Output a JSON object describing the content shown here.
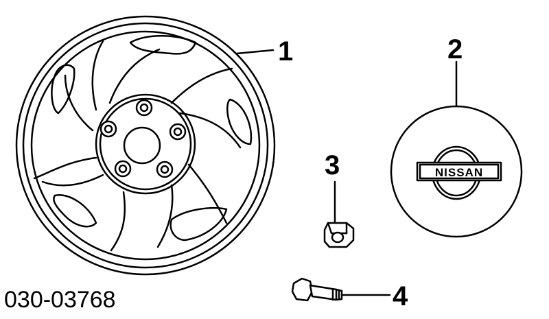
{
  "callouts": {
    "wheel": "1",
    "center_cap": "2",
    "nut": "3",
    "valve": "4"
  },
  "part_code": "030-03768",
  "logo": {
    "text": "NISSAN"
  },
  "colors": {
    "line": "#000000",
    "background": "#ffffff"
  }
}
